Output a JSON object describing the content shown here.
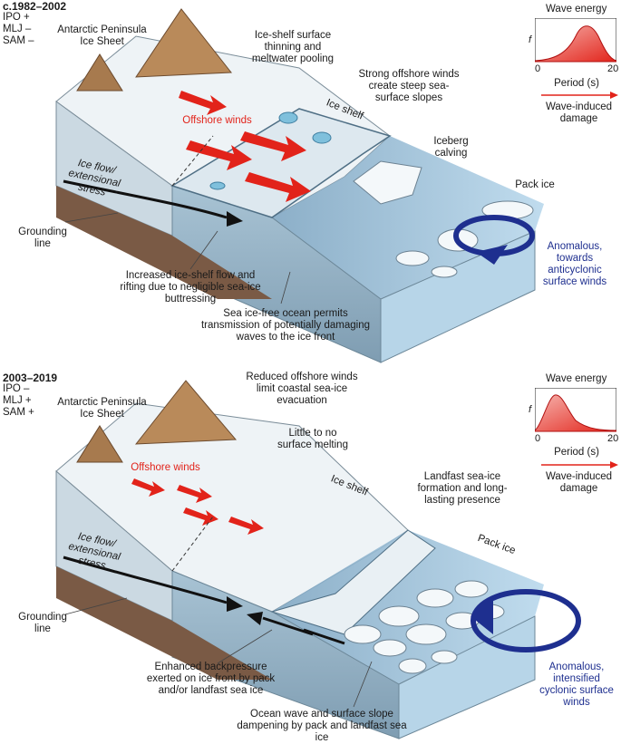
{
  "panels": [
    {
      "period": "c.1982–2002",
      "indices": [
        "IPO +",
        "MLJ –",
        "SAM –"
      ],
      "labels": {
        "ice_sheet": "Antarctic Peninsula Ice Sheet",
        "surface_thinning": "Ice-shelf surface thinning and meltwater pooling",
        "offshore_winds_strong": "Strong offshore winds create steep sea-surface slopes",
        "ice_shelf": "Ice shelf",
        "offshore_winds": "Offshore winds",
        "iceberg_calving": "Iceberg calving",
        "ice_flow": "Ice flow/ extensional stress",
        "pack_ice": "Pack ice",
        "grounding_line": "Grounding line",
        "anomalous_winds": "Anomalous, towards anticyclonic surface winds",
        "rifting": "Increased ice-shelf flow and rifting due to negligible sea-ice buttressing",
        "sea_ice_free": "Sea ice-free ocean permits transmission of potentially damaging waves to the ice front"
      },
      "inset": {
        "title": "Wave energy",
        "ylabel": "f",
        "xlabel": "Period (s)",
        "tick_min": "0",
        "tick_max": "20",
        "damage": "Wave-induced damage"
      }
    },
    {
      "period": "2003–2019",
      "indices": [
        "IPO –",
        "MLJ +",
        "SAM +"
      ],
      "labels": {
        "ice_sheet": "Antarctic Peninsula Ice Sheet",
        "reduced_winds": "Reduced offshore winds limit coastal sea-ice evacuation",
        "offshore_winds": "Offshore winds",
        "little_melting": "Little to no surface melting",
        "ice_shelf": "Ice shelf",
        "landfast": "Landfast sea-ice formation and long-lasting presence",
        "ice_flow": "Ice flow/ extensional stress",
        "pack_ice": "Pack ice",
        "grounding_line": "Grounding line",
        "backpressure": "Enhanced backpressure exerted on ice front by pack and/or landfast sea ice",
        "anomalous_winds": "Anomalous, intensified cyclonic surface winds",
        "dampening": "Ocean wave and surface slope dampening by pack and landfast sea ice"
      },
      "inset": {
        "title": "Wave energy",
        "ylabel": "f",
        "xlabel": "Period (s)",
        "tick_min": "0",
        "tick_max": "20",
        "damage": "Wave-induced damage"
      }
    }
  ],
  "colors": {
    "wind_red": "#e2231a",
    "anomalous_blue": "#1e2f8f",
    "ocean": "#9ec4de",
    "ice_surface": "#eef3f6",
    "mountain": "#a77a4e"
  }
}
